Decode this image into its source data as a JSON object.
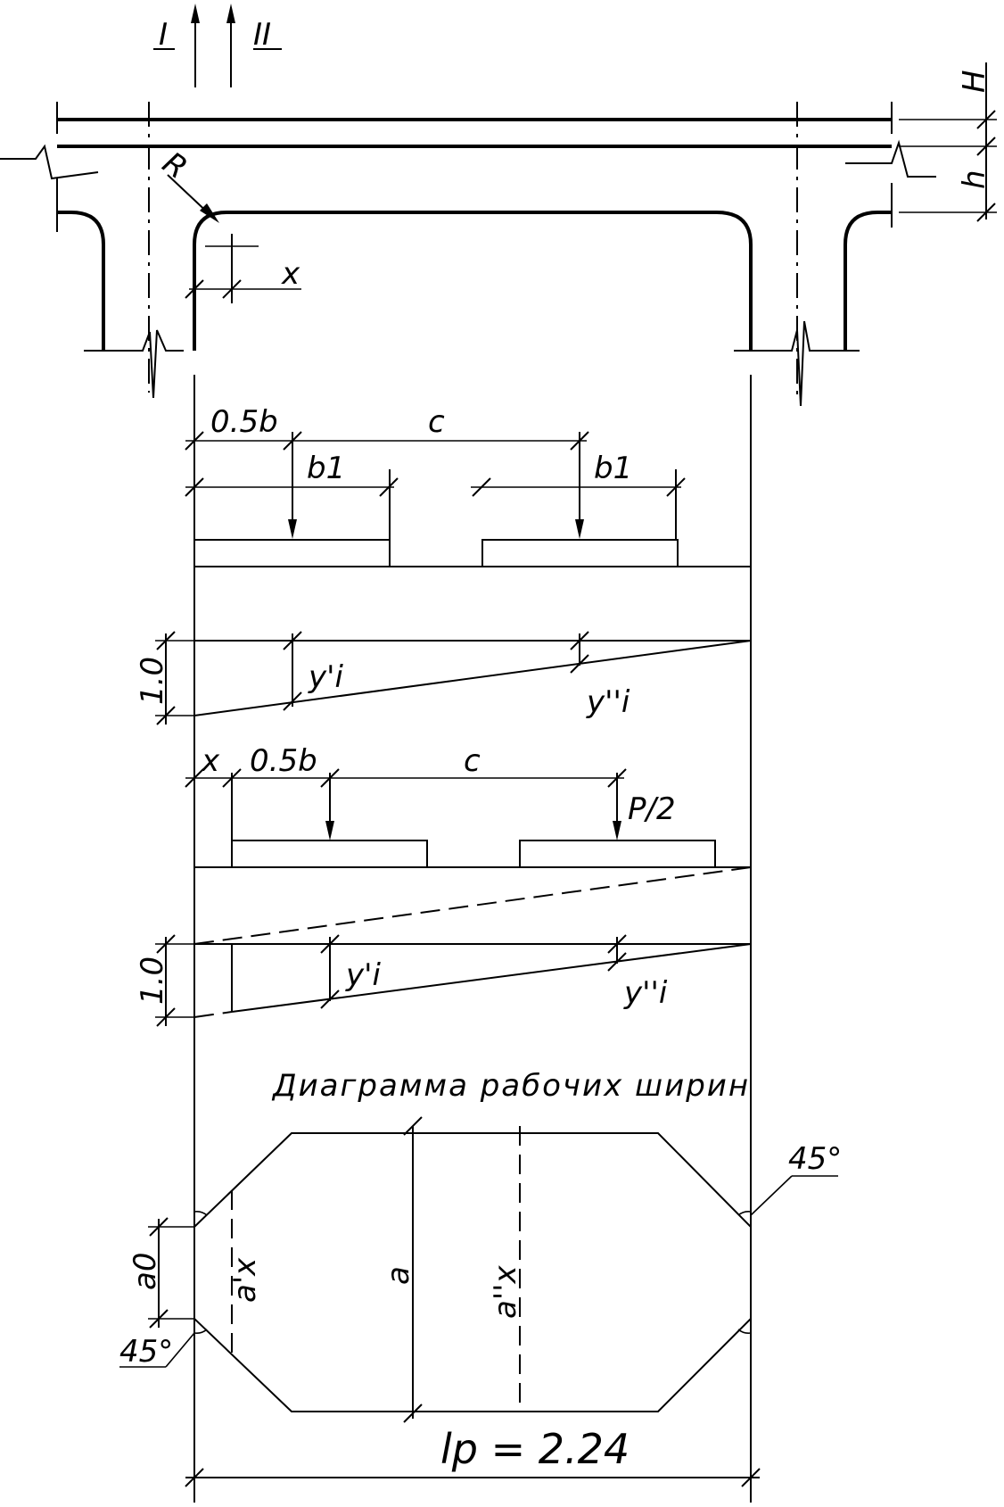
{
  "section_marks": {
    "I": "I",
    "II": "II"
  },
  "dimensions": {
    "H": "H",
    "h": "h",
    "R": "R",
    "x": "x",
    "half_b": "0.5b",
    "c": "c",
    "b1": "b1",
    "one": "1.0",
    "P_half": "P/2",
    "a": "a",
    "a0": "a0",
    "lp": "lp = 2.24",
    "angle_45": "45°"
  },
  "influence": {
    "y_prime": "y'i",
    "y_double_prime": "y''i"
  },
  "widths": {
    "ax_prime": "a'x",
    "ax_double_prime": "a''x"
  },
  "title": "Диаграмма рабочих ширин"
}
